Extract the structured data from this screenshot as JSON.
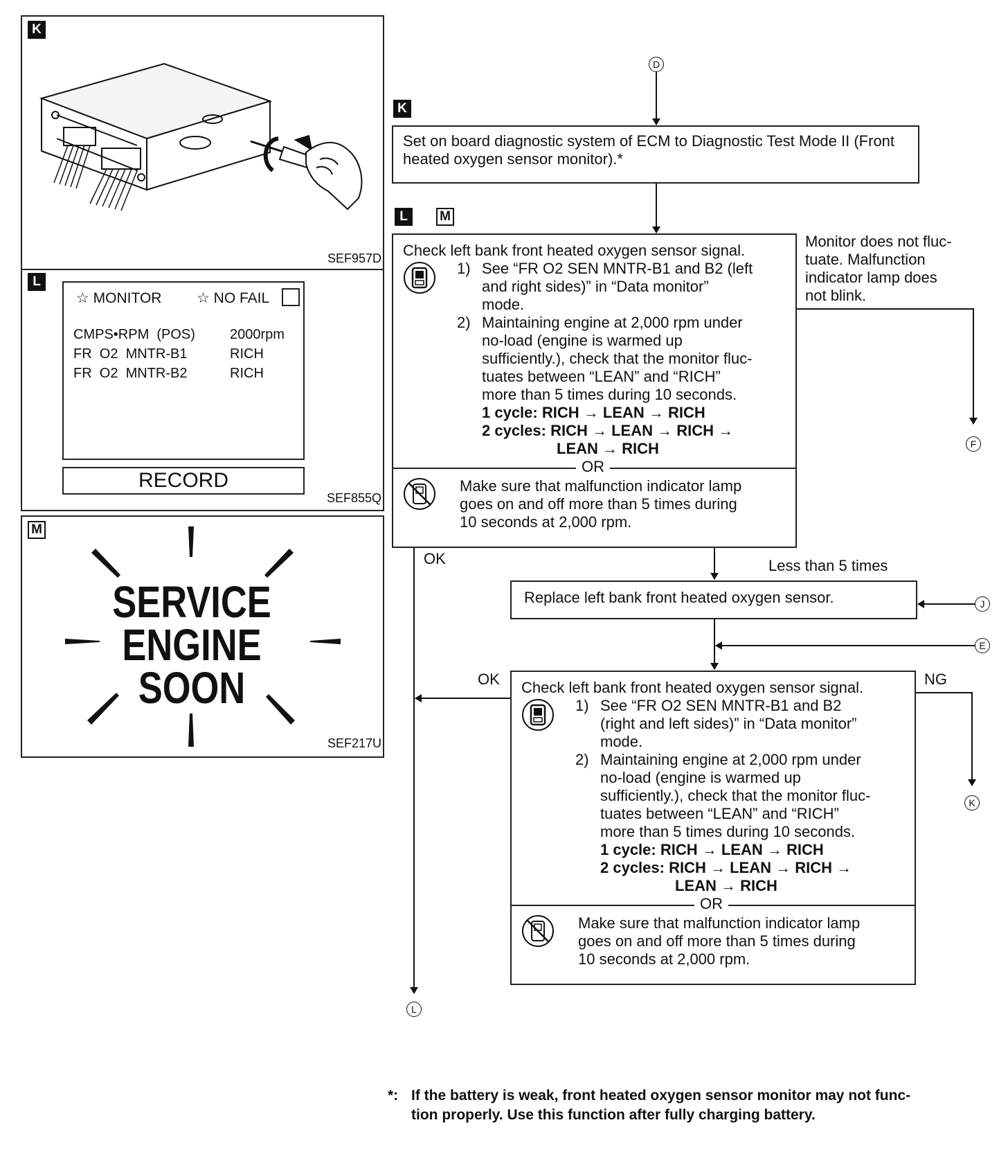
{
  "panels": {
    "k": {
      "tag": "K",
      "code": "SEF957D"
    },
    "l": {
      "tag": "L",
      "monitor_label": "MONITOR",
      "nofail_label": "NO FAIL",
      "rows": [
        {
          "name": "CMPS•RPM  (POS)",
          "value": "2000rpm"
        },
        {
          "name": "FR  O2  MNTR-B1",
          "value": "RICH"
        },
        {
          "name": "FR  O2  MNTR-B2",
          "value": "RICH"
        }
      ],
      "record": "RECORD",
      "code": "SEF855Q"
    },
    "m": {
      "tag": "M",
      "line1": "SERVICE",
      "line2": "ENGINE",
      "line3": "SOON",
      "code": "SEF217U"
    }
  },
  "flow": {
    "conn_top": "D",
    "tag_k": "K",
    "box1": "Set on board diagnostic system of ECM to Diagnostic Test Mode II (Front heated oxygen sensor monitor).*",
    "tag_l": "L",
    "tag_m": "M",
    "check1": {
      "title": "Check left bank front heated oxygen sensor signal.",
      "s1_num": "1)",
      "s1": [
        "See “FR O2 SEN MNTR-B1 and B2 (left",
        "and right sides)” in “Data monitor”",
        "mode."
      ],
      "s2_num": "2)",
      "s2": [
        "Maintaining engine at 2,000 rpm under",
        "no-load (engine is warmed up",
        "sufficiently.), check that the monitor fluc-",
        "tuates between “LEAN” and “RICH”",
        "more than 5 times during 10 seconds."
      ],
      "cycle1": "1 cycle: RICH → LEAN → RICH",
      "cycle2a": "2 cycles: RICH → LEAN → RICH →",
      "cycle2b": "LEAN → RICH",
      "or": "OR",
      "alt": [
        "Make sure that malfunction indicator lamp",
        "goes on and off more than 5 times during",
        "10 seconds at 2,000 rpm."
      ]
    },
    "side_note": [
      "Monitor does not fluc-",
      "tuate. Malfunction",
      "indicator lamp does",
      "not blink."
    ],
    "conn_f": "F",
    "ok1": "OK",
    "less_than": "Less than 5 times",
    "replace": "Replace left bank front heated oxygen sensor.",
    "conn_j": "J",
    "conn_e": "E",
    "ok2": "OK",
    "ng": "NG",
    "check2": {
      "title": "Check left bank front heated oxygen sensor signal.",
      "s1_num": "1)",
      "s1": [
        "See “FR O2 SEN MNTR-B1 and B2",
        "(right and left sides)” in “Data monitor”",
        "mode."
      ],
      "s2_num": "2)",
      "s2": [
        "Maintaining engine at 2,000 rpm under",
        "no-load (engine is warmed up",
        "sufficiently.), check that the monitor fluc-",
        "tuates between “LEAN” and “RICH”",
        "more than 5 times during 10 seconds."
      ],
      "cycle1": "1 cycle: RICH → LEAN → RICH",
      "cycle2a": "2 cycles: RICH → LEAN → RICH →",
      "cycle2b": "LEAN → RICH",
      "or": "OR",
      "alt": [
        "Make sure that malfunction indicator lamp",
        "goes on and off more than 5 times during",
        "10 seconds at 2,000 rpm."
      ]
    },
    "conn_k": "K",
    "conn_l": "L"
  },
  "footnote": {
    "mark": "*:",
    "lines": [
      "If the battery is weak, front heated oxygen sensor monitor may not func-",
      "tion properly. Use this function after fully charging battery."
    ]
  }
}
